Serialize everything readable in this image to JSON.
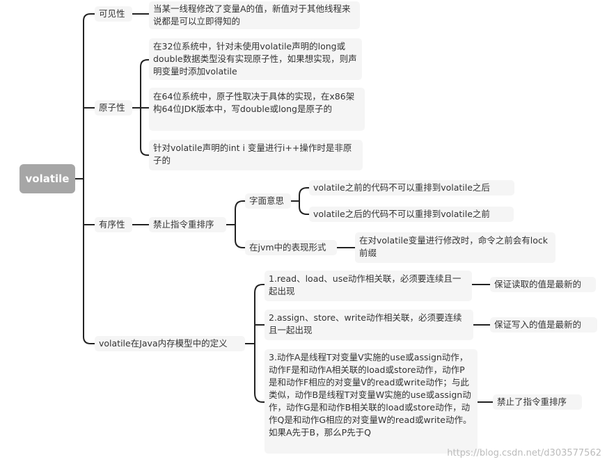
{
  "root": "volatile",
  "nodes": {
    "visibility": "可见性",
    "visibility_desc": "当某一线程修改了变量A的值，新值对于其他线程来说都是可以立即得知的",
    "atomicity": "原子性",
    "atomicity_1": "在32位系统中，针对未使用volatile声明的long或double数据类型没有实现原子性，如果想实现，则声明变量时添加volatile",
    "atomicity_2": "在64位系统中，原子性取决于具体的实现，在x86架构64位JDK版本中，写double或long是原子的",
    "atomicity_3": "针对volatile声明的int i 变量进行i++操作时是非原子的",
    "ordering": "有序性",
    "no_reorder": "禁止指令重排序",
    "literal_meaning": "字面意思",
    "literal_1": "volatile之前的代码不可以重排到volatile之后",
    "literal_2": "volatile之后的代码不可以重排到volatile之前",
    "jvm_form": "在jvm中的表现形式",
    "jvm_desc": "在对volatile变量进行修改时，命令之前会有lock前缀",
    "definition": "volatile在Java内存模型中的定义",
    "def_1": "1.read、load、use动作相关联，必须要连续且一起出现",
    "def_1_result": "保证读取的值是最新的",
    "def_2": "2.assign、store、write动作相关联，必须要连续且一起出现",
    "def_2_result": "保证写入的值是最新的",
    "def_3": "3.动作A是线程T对变量V实施的use或assign动作，动作F是和动作A相关联的load或store动作，动作P是和动作F相应的对变量V的read或write动作；与此类似，动作B是线程T对变量W实施的use或assign动作，动作G是和动作B相关联的load或store动作，动作Q是和动作G相应的对变量W的read或write动作。如果A先于B，那么P先于Q",
    "def_3_result": "禁止了指令重排序"
  },
  "watermark": "https://blog.csdn.net/d303577562"
}
